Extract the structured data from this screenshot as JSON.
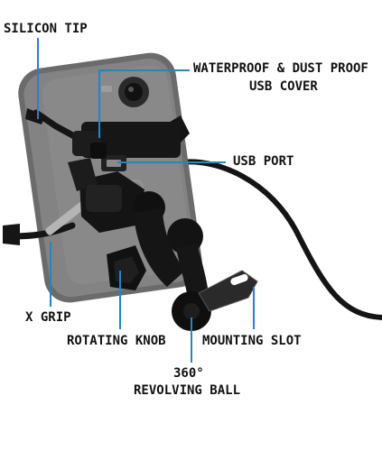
{
  "colors": {
    "pointer_line": "#1f86c8",
    "label_text": "#111111",
    "phone_body": "#6b6b6b",
    "mount_black": "#151515",
    "background": "#ffffff"
  },
  "callouts": {
    "silicon_tip": "SILICON TIP",
    "cover_line1": "WATERPROOF & DUST PROOF",
    "cover_line2": "USB COVER",
    "usb_port": "USB PORT",
    "x_grip": "X GRIP",
    "rotating_knob": "ROTATING KNOB",
    "mounting_slot": "MOUNTING SLOT",
    "ball_line1": "360°",
    "ball_line2": "REVOLVING BALL"
  }
}
